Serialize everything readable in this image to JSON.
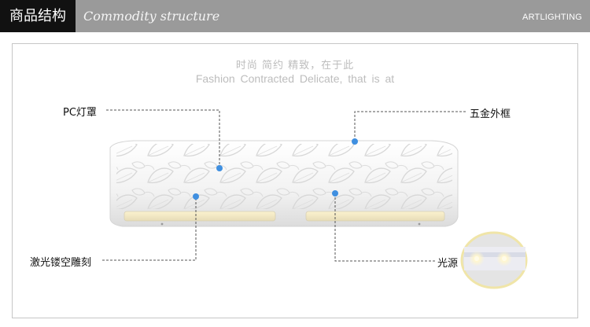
{
  "header": {
    "title": "商品结构",
    "subtitle": "Commodity structure",
    "brand": "ARTLIGHTING"
  },
  "tagline": {
    "cn": "时尚 简约 精致，在于此",
    "en": "Fashion Contracted Delicate, that is at"
  },
  "labels": {
    "pc_shade": "PC灯罩",
    "frame": "五金外框",
    "laser_carving": "激光镂空雕刻",
    "light_source": "光源"
  },
  "colors": {
    "header_bg": "#9a9a9a",
    "title_bg": "#111111",
    "dot": "#3f8fe0",
    "lamp_body": "#eeeeee",
    "glow": "#fff6cf"
  }
}
